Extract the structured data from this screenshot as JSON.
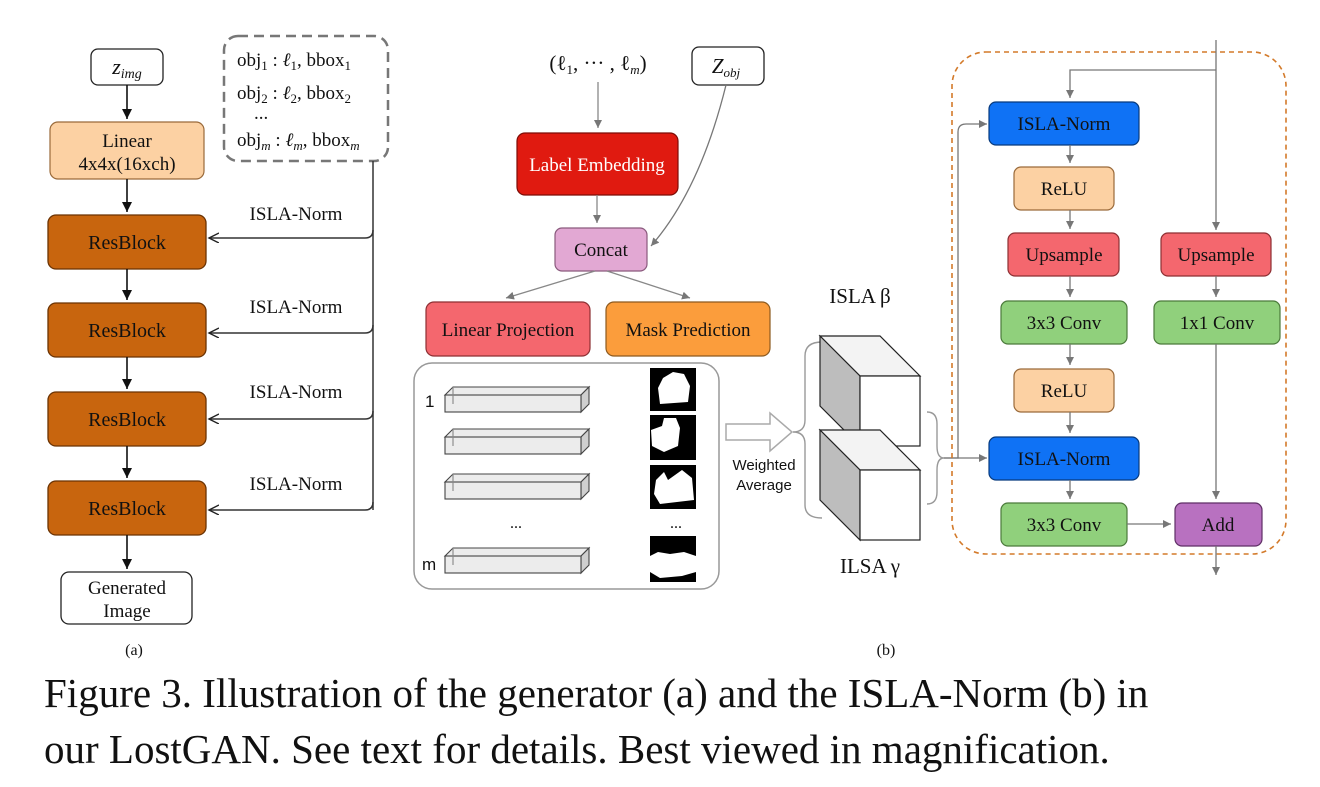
{
  "panel_a": {
    "z_img": "z",
    "z_img_sub": "img",
    "linear_line1": "Linear",
    "linear_line2": "4x4x(16xch)",
    "resblock": [
      "ResBlock",
      "ResBlock",
      "ResBlock",
      "ResBlock"
    ],
    "isla_norm": [
      "ISLA-Norm",
      "ISLA-Norm",
      "ISLA-Norm",
      "ISLA-Norm"
    ],
    "objects": [
      {
        "obj": "obj",
        "sub": "1",
        "label": "ℓ",
        "label_sub": "1",
        "bbox": "bbox",
        "bbox_sub": "1"
      },
      {
        "obj": "obj",
        "sub": "2",
        "label": "ℓ",
        "label_sub": "2",
        "bbox": "bbox",
        "bbox_sub": "2"
      },
      {
        "obj": "obj",
        "sub": "m",
        "label": "ℓ",
        "label_sub": "m",
        "bbox": "bbox",
        "bbox_sub": "m"
      }
    ],
    "ellipsis": "...",
    "generated_line1": "Generated",
    "generated_line2": "Image",
    "caption": "(a)"
  },
  "panel_b": {
    "labels_tuple": "(ℓ",
    "labels_tuple_mid": ", ··· , ℓ",
    "labels_tuple_end": ")",
    "z_obj": "Z",
    "z_obj_sub": "obj",
    "label_embedding": "Label Embedding",
    "concat": "Concat",
    "linear_projection": "Linear Projection",
    "mask_prediction": "Mask Prediction",
    "row_label_first": "1",
    "row_label_last": "m",
    "dots": "...",
    "weighted_line1": "Weighted",
    "weighted_line2": "Average",
    "isla_beta": "ISLA β",
    "ilsa_gamma": "ILSA γ",
    "block": {
      "isla_norm_top": "ISLA-Norm",
      "relu_1": "ReLU",
      "upsample_left": "Upsample",
      "upsample_right": "Upsample",
      "conv3x3_1": "3x3 Conv",
      "conv1x1": "1x1 Conv",
      "relu_2": "ReLU",
      "isla_norm_bottom": "ISLA-Norm",
      "conv3x3_2": "3x3 Conv",
      "add": "Add"
    },
    "caption": "(b)"
  },
  "colors": {
    "resblock": "#c8650e",
    "linear": "#fcd1a3",
    "label_embedding": "#e01a10",
    "concat": "#e2a8d3",
    "linear_projection": "#f4676e",
    "mask_prediction": "#fb9d3c",
    "isla_norm": "#0f72f5",
    "relu": "#fcd1a3",
    "upsample": "#f4676e",
    "conv": "#90d07c",
    "add": "#b871c0",
    "dashed_border": "#d37a2a"
  },
  "caption": {
    "line1": "Figure 3. Illustration of the generator (a) and the ISLA-Norm (b) in",
    "line2": "our LostGAN. See text for details. Best viewed in magnification."
  }
}
